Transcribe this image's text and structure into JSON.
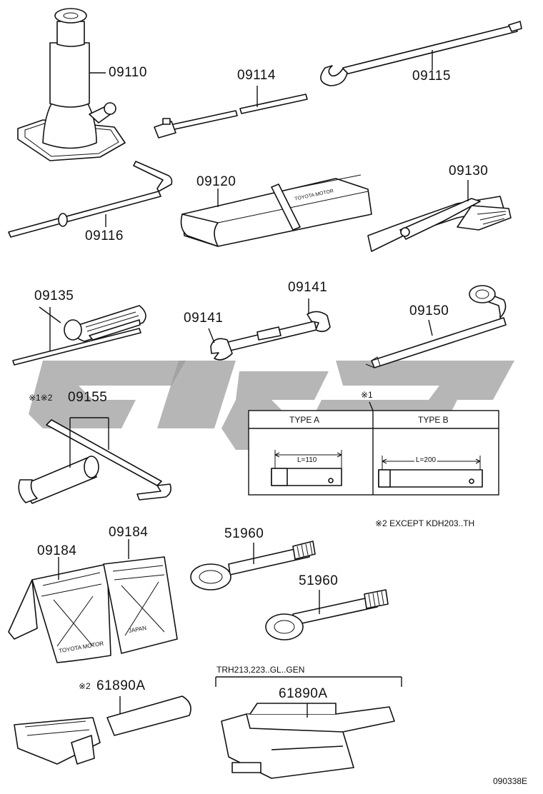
{
  "parts": {
    "p09110": "09110",
    "p09114": "09114",
    "p09115": "09115",
    "p09116": "09116",
    "p09120": "09120",
    "p09130": "09130",
    "p09135": "09135",
    "p09141a": "09141",
    "p09141b": "09141",
    "p09150": "09150",
    "p09155_prefix": "※1※2",
    "p09155": "09155",
    "p09184a": "09184",
    "p09184b": "09184",
    "p51960a": "51960",
    "p51960b": "51960",
    "p61890a_prefix": "※2",
    "p61890a": "61890A",
    "p61890b": "61890A"
  },
  "table": {
    "note_mark": "※1",
    "type_a": "TYPE A",
    "type_b": "TYPE B",
    "dim_a": "L=110",
    "dim_b": "L=200"
  },
  "notes": {
    "except": "※2 EXCEPT KDH203..TH",
    "trh": "TRH213,223..GL..GEN",
    "chock_text": "TOYOTA MOTOR",
    "chock_text2": "JAPAN",
    "pouch_text": "TOYOTA MOTOR",
    "diagram_code": "090338E"
  }
}
